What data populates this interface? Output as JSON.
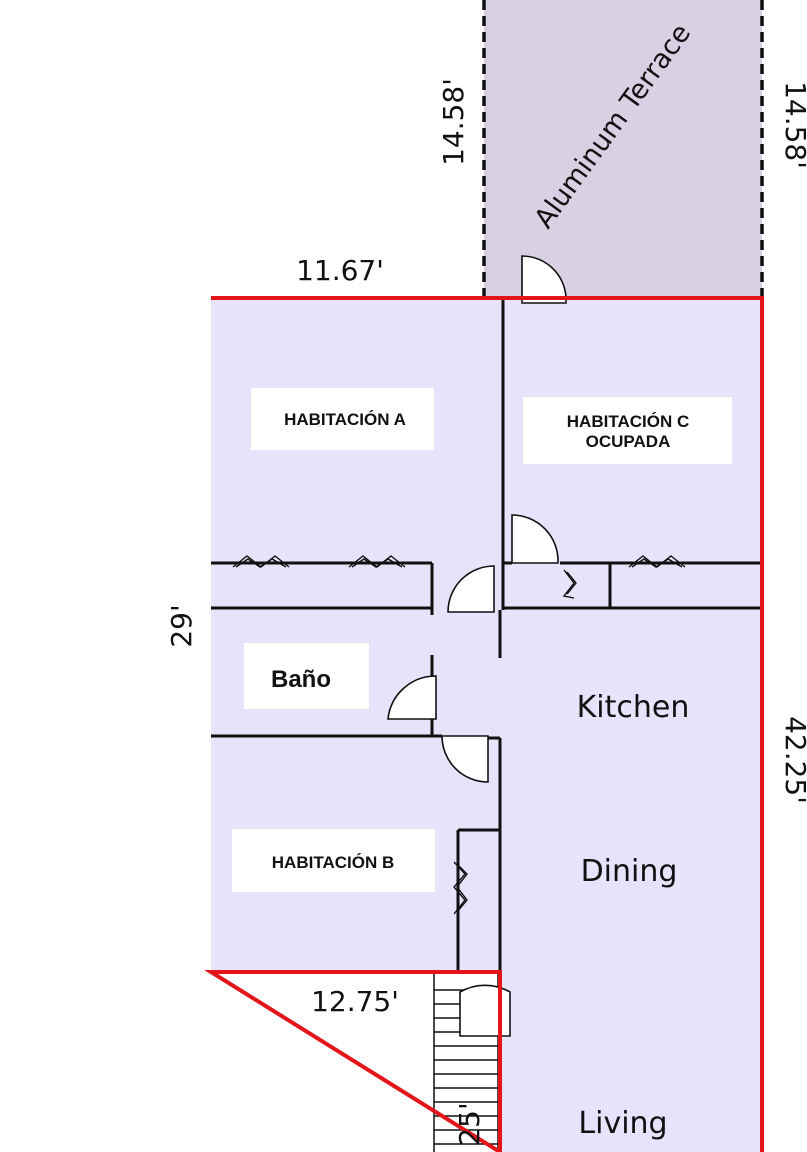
{
  "colors": {
    "floor": "#e6e3fa",
    "terrace": "#d9d0e3",
    "outline": "#e3151b",
    "wall": "#111111",
    "label_bg": "#ffffff"
  },
  "dimensions": {
    "terrace_left": "14.58'",
    "terrace_right": "14.58'",
    "top_width": "11.67'",
    "left_height": "29'",
    "right_height": "42.25'",
    "bottom_width": "12.75'",
    "stair": "25'"
  },
  "rooms": {
    "terrace": "Aluminum Terrace",
    "hab_a": "HABITACIÓN A",
    "hab_c_line1": "HABITACIÓN C",
    "hab_c_line2": "OCUPADA",
    "bano": "Baño",
    "hab_b": "HABITACIÓN B",
    "kitchen": "Kitchen",
    "dining": "Dining",
    "living": "Living"
  }
}
